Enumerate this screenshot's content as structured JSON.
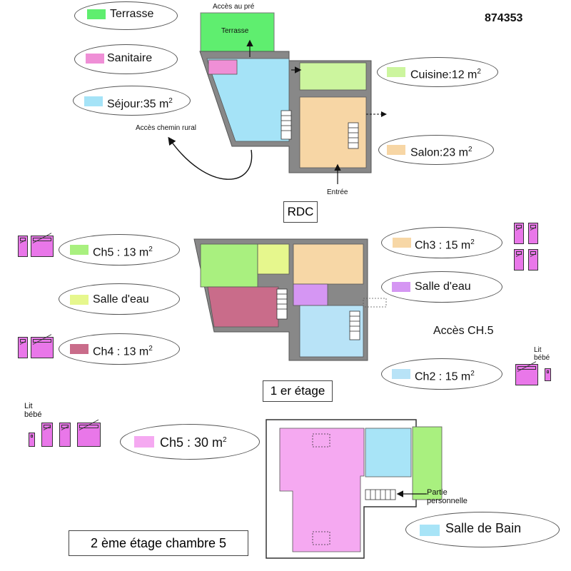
{
  "ref_number": "874353",
  "colors": {
    "terrasse": "#5fee6f",
    "sanitaire": "#ef8fd6",
    "sejour": "#a5e3f7",
    "cuisine": "#ccf59e",
    "salon": "#f7d6a5",
    "ch5": "#a9f07f",
    "salle_eau_1": "#e6f78d",
    "ch4": "#c96c8a",
    "ch3": "#f7d7a6",
    "salle_eau_2": "#d596f3",
    "ch2": "#b8e3f7",
    "ch5_top": "#f5a9f1",
    "salle_bain": "#a8e4f7",
    "bed": "#e977e9"
  },
  "rdc": {
    "title": "RDC",
    "legend": {
      "terrasse": "Terrasse",
      "sanitaire": "Sanitaire",
      "sejour": "Séjour:35 m",
      "cuisine": "Cuisine:12 m",
      "salon": "Salon:23 m",
      "sup": "2"
    },
    "plan_labels": {
      "acces_pre": "Accès au pré",
      "terrasse": "Terrasse",
      "acces_chemin": "Accès chemin rural",
      "entree": "Entrée"
    }
  },
  "etage1": {
    "title": "1 er étage",
    "legend": {
      "ch5": "Ch5 : 13 m",
      "salle_eau_left": "Salle d'eau",
      "ch4": "Ch4 : 13 m",
      "ch3": "Ch3 : 15 m",
      "salle_eau_right": "Salle d'eau",
      "ch2": "Ch2 : 15 m",
      "sup": "2"
    },
    "acces_ch5": "Accès CH.5",
    "lit_bebe": "Lit bébé"
  },
  "etage2": {
    "title": "2 ème étage chambre 5",
    "legend": {
      "ch5": "Ch5 : 30 m",
      "salle_bain": "Salle de Bain",
      "sup": "2"
    },
    "partie_personnelle": "Partie personnelle",
    "lit_bebe": "Lit bébé"
  },
  "bed_icons": {
    "ch5_first": {
      "single": 1,
      "double": 1
    },
    "ch4": {
      "single": 1,
      "double": 1
    },
    "ch3_row1": {
      "single": 2
    },
    "ch3_row2": {
      "single": 2
    },
    "ch2": {
      "double": 1,
      "baby": 1
    },
    "ch5_top": {
      "baby": 1,
      "single": 2,
      "double": 1
    }
  }
}
